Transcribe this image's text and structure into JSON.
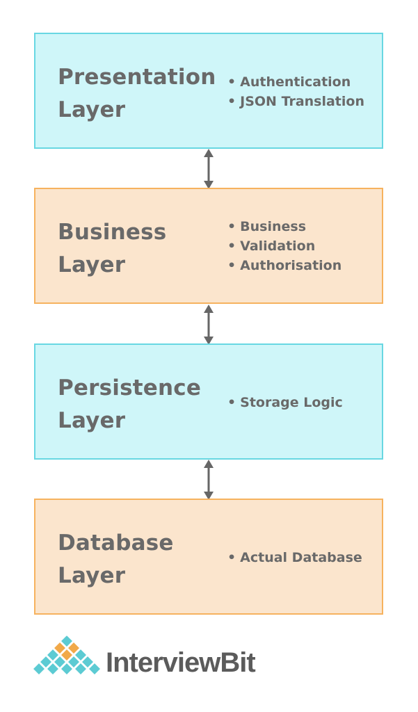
{
  "diagram": {
    "layers": [
      {
        "title_line1": "Presentation",
        "title_line2": "Layer",
        "fill": "#cff6f9",
        "border": "#68d7e2",
        "bullets": [
          "Authentication",
          "JSON Translation"
        ]
      },
      {
        "title_line1": "Business",
        "title_line2": "Layer",
        "fill": "#fbe5cd",
        "border": "#f6b25e",
        "bullets": [
          "Business",
          "Validation",
          "Authorisation"
        ]
      },
      {
        "title_line1": "Persistence",
        "title_line2": "Layer",
        "fill": "#cff6f9",
        "border": "#68d7e2",
        "bullets": [
          "Storage Logic"
        ]
      },
      {
        "title_line1": "Database",
        "title_line2": "Layer",
        "fill": "#fbe5cd",
        "border": "#f6b25e",
        "bullets": [
          "Actual Database"
        ]
      }
    ],
    "connector_color": "#666666",
    "connector_icon": "double-arrow-icon"
  },
  "brand": {
    "name": "InterviewBit",
    "logo_icon": "interviewbit-logo-icon",
    "logo_colors": {
      "teal": "#5ccbd3",
      "orange": "#f1a949"
    }
  }
}
